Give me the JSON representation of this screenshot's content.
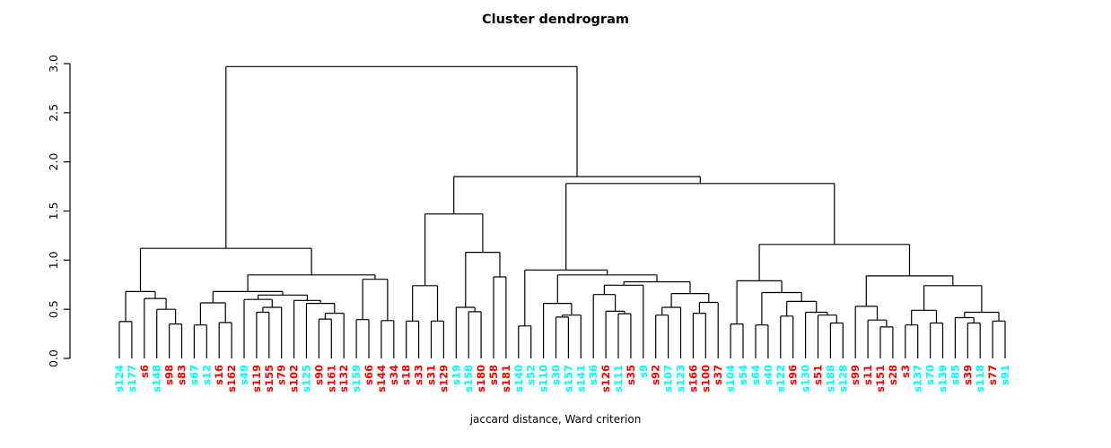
{
  "title": "Cluster dendrogram",
  "caption": "jaccard distance, Ward criterion",
  "colors": {
    "red": "#FF0000",
    "cyan": "#00FFFF",
    "line": "#000000",
    "background": "#FFFFFF"
  },
  "axis": {
    "tick_labels": [
      "0.0",
      "0.5",
      "1.0",
      "1.5",
      "2.0",
      "2.5",
      "3.0"
    ],
    "tick_values": [
      0,
      0.5,
      1,
      1.5,
      2,
      2.5,
      3
    ]
  },
  "chart_data": {
    "type": "dendrogram",
    "title": "Cluster dendrogram",
    "xlabel": "jaccard distance, Ward criterion",
    "ylabel": "",
    "ylim": [
      0,
      3
    ],
    "yticks": [
      0,
      0.5,
      1,
      1.5,
      2,
      2.5,
      3
    ],
    "grid": false,
    "legend": "none",
    "leaf_count": 72,
    "leaves": [
      {
        "label": "s124",
        "color": "cyan"
      },
      {
        "label": "s177",
        "color": "cyan"
      },
      {
        "label": "s6",
        "color": "red"
      },
      {
        "label": "s148",
        "color": "cyan"
      },
      {
        "label": "s98",
        "color": "red"
      },
      {
        "label": "s83",
        "color": "red"
      },
      {
        "label": "s67",
        "color": "cyan"
      },
      {
        "label": "s12",
        "color": "cyan"
      },
      {
        "label": "s16",
        "color": "red"
      },
      {
        "label": "s162",
        "color": "red"
      },
      {
        "label": "s49",
        "color": "cyan"
      },
      {
        "label": "s119",
        "color": "red"
      },
      {
        "label": "s155",
        "color": "red"
      },
      {
        "label": "s79",
        "color": "red"
      },
      {
        "label": "s102",
        "color": "red"
      },
      {
        "label": "s125",
        "color": "cyan"
      },
      {
        "label": "s90",
        "color": "red"
      },
      {
        "label": "s161",
        "color": "red"
      },
      {
        "label": "s132",
        "color": "red"
      },
      {
        "label": "s159",
        "color": "cyan"
      },
      {
        "label": "s66",
        "color": "red"
      },
      {
        "label": "s144",
        "color": "red"
      },
      {
        "label": "s34",
        "color": "red"
      },
      {
        "label": "s18",
        "color": "red"
      },
      {
        "label": "s33",
        "color": "red"
      },
      {
        "label": "s31",
        "color": "red"
      },
      {
        "label": "s129",
        "color": "red"
      },
      {
        "label": "s19",
        "color": "cyan"
      },
      {
        "label": "s158",
        "color": "cyan"
      },
      {
        "label": "s180",
        "color": "red"
      },
      {
        "label": "s58",
        "color": "red"
      },
      {
        "label": "s181",
        "color": "red"
      },
      {
        "label": "s140",
        "color": "cyan"
      },
      {
        "label": "s52",
        "color": "cyan"
      },
      {
        "label": "s110",
        "color": "cyan"
      },
      {
        "label": "s30",
        "color": "cyan"
      },
      {
        "label": "s157",
        "color": "cyan"
      },
      {
        "label": "s141",
        "color": "cyan"
      },
      {
        "label": "s36",
        "color": "cyan"
      },
      {
        "label": "s126",
        "color": "red"
      },
      {
        "label": "s111",
        "color": "cyan"
      },
      {
        "label": "s35",
        "color": "red"
      },
      {
        "label": "s9",
        "color": "cyan"
      },
      {
        "label": "s92",
        "color": "red"
      },
      {
        "label": "s107",
        "color": "cyan"
      },
      {
        "label": "s123",
        "color": "cyan"
      },
      {
        "label": "s166",
        "color": "red"
      },
      {
        "label": "s100",
        "color": "red"
      },
      {
        "label": "s37",
        "color": "red"
      },
      {
        "label": "s104",
        "color": "cyan"
      },
      {
        "label": "s54",
        "color": "cyan"
      },
      {
        "label": "s64",
        "color": "cyan"
      },
      {
        "label": "s40",
        "color": "cyan"
      },
      {
        "label": "s122",
        "color": "cyan"
      },
      {
        "label": "s96",
        "color": "red"
      },
      {
        "label": "s130",
        "color": "cyan"
      },
      {
        "label": "s51",
        "color": "red"
      },
      {
        "label": "s188",
        "color": "cyan"
      },
      {
        "label": "s128",
        "color": "cyan"
      },
      {
        "label": "s99",
        "color": "red"
      },
      {
        "label": "s11",
        "color": "red"
      },
      {
        "label": "s151",
        "color": "red"
      },
      {
        "label": "s28",
        "color": "red"
      },
      {
        "label": "s3",
        "color": "red"
      },
      {
        "label": "s137",
        "color": "cyan"
      },
      {
        "label": "s70",
        "color": "cyan"
      },
      {
        "label": "s139",
        "color": "cyan"
      },
      {
        "label": "s85",
        "color": "cyan"
      },
      {
        "label": "s39",
        "color": "red"
      },
      {
        "label": "s118",
        "color": "cyan"
      },
      {
        "label": "s77",
        "color": "red"
      },
      {
        "label": "s91",
        "color": "cyan"
      }
    ],
    "tree": [
      2.97,
      [
        1.12,
        [
          0.68,
          [
            0.375,
            0,
            1
          ],
          [
            0.61,
            2,
            [
              0.5,
              3,
              [
                0.35,
                4,
                5
              ]
            ]
          ]
        ],
        [
          0.85,
          [
            0.68,
            [
              0.565,
              [
                0.34,
                6,
                7
              ],
              [
                0.365,
                8,
                9
              ]
            ],
            [
              0.645,
              [
                0.6,
                10,
                [
                  0.52,
                  [
                    0.47,
                    11,
                    12
                  ],
                  13
                ]
              ],
              [
                0.59,
                14,
                [
                  0.56,
                  15,
                  [
                    0.46,
                    [
                      0.4,
                      16,
                      17
                    ],
                    18
                  ]
                ]
              ]
            ]
          ],
          [
            0.805,
            [
              0.395,
              19,
              20
            ],
            [
              0.385,
              21,
              22
            ]
          ]
        ]
      ],
      [
        1.85,
        [
          1.47,
          [
            0.74,
            [
              0.38,
              23,
              24
            ],
            [
              0.38,
              25,
              26
            ]
          ],
          [
            1.08,
            [
              0.52,
              27,
              [
                0.475,
                28,
                29
              ]
            ],
            [
              0.83,
              30,
              31
            ]
          ]
        ],
        [
          1.78,
          [
            0.9,
            [
              0.33,
              32,
              33
            ],
            [
              0.85,
              [
                0.56,
                34,
                [
                  0.44,
                  [
                    0.42,
                    35,
                    36
                  ],
                  37
                ]
              ],
              [
                0.78,
                [
                  0.745,
                  [
                    0.65,
                    38,
                    [
                      0.48,
                      39,
                      [
                        0.455,
                        40,
                        41
                      ]
                    ]
                  ],
                  42
                ],
                [
                  0.66,
                  [
                    0.52,
                    [
                      0.44,
                      43,
                      44
                    ],
                    45
                  ],
                  [
                    0.57,
                    [
                      0.46,
                      46,
                      47
                    ],
                    48
                  ]
                ]
              ]
            ]
          ],
          [
            1.16,
            [
              0.79,
              [
                0.35,
                49,
                50
              ],
              [
                0.67,
                [
                  0.34,
                  51,
                  52
                ],
                [
                  0.58,
                  [
                    0.43,
                    53,
                    54
                  ],
                  [
                    0.47,
                    55,
                    [
                      0.44,
                      56,
                      [
                        0.36,
                        57,
                        58
                      ]
                    ]
                  ]
                ]
              ]
            ],
            [
              0.84,
              [
                0.53,
                59,
                [
                  0.39,
                  60,
                  [
                    0.32,
                    61,
                    62
                  ]
                ]
              ],
              [
                0.74,
                [
                  0.49,
                  [
                    0.34,
                    63,
                    64
                  ],
                  [
                    0.36,
                    65,
                    66
                  ]
                ],
                [
                  0.47,
                  [
                    0.415,
                    67,
                    [
                      0.36,
                      68,
                      69
                    ]
                  ],
                  [
                    0.38,
                    70,
                    71
                  ]
                ]
              ]
            ]
          ]
        ]
      ]
    ]
  }
}
